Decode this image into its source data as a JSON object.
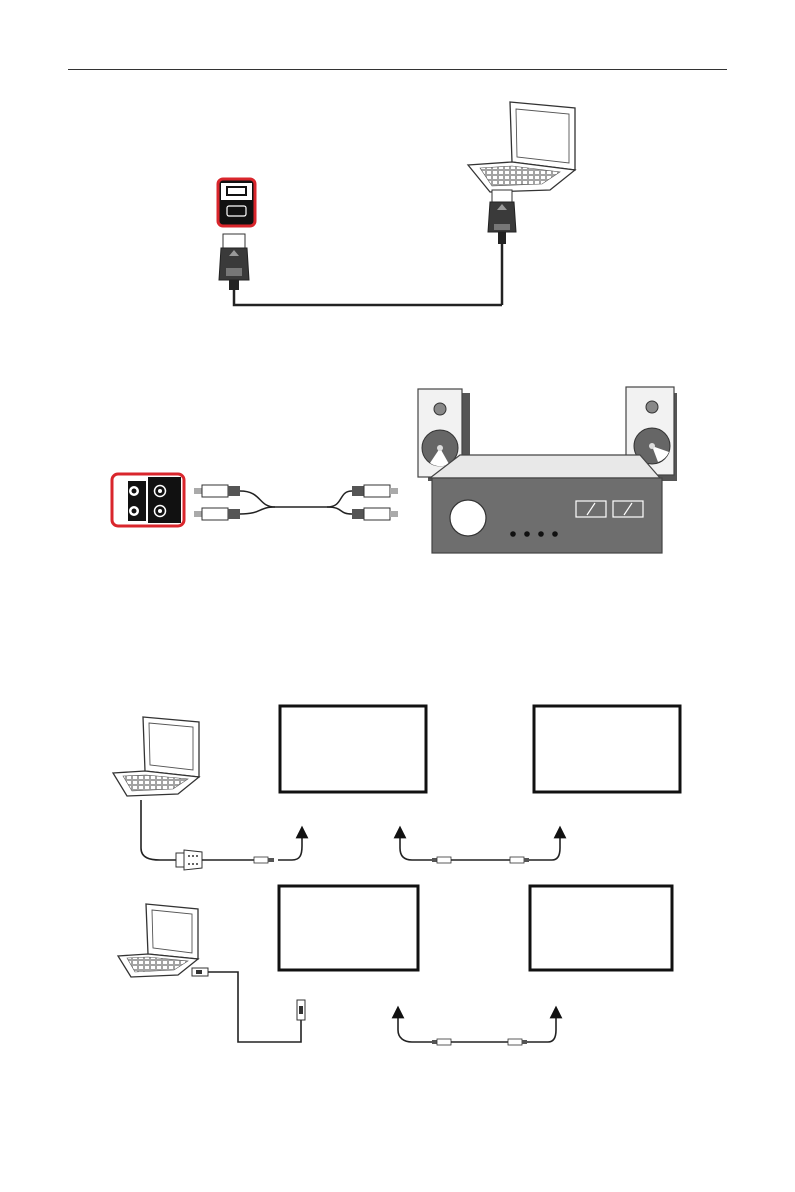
{
  "page": {
    "background": "#ffffff",
    "accent_red": "#d9262c",
    "line_color": "#222222",
    "footer_text": ""
  },
  "diagrams": [
    {
      "id": "displayport-connection",
      "icons": [
        "displayport-input-icon",
        "displayport-plug-icon",
        "laptop-icon"
      ]
    },
    {
      "id": "audio-out-connection",
      "icons": [
        "rca-audio-jack-icon",
        "rca-plug-icon",
        "amplifier-icon",
        "speaker-icon"
      ]
    },
    {
      "id": "daisy-chain-connection",
      "icons": [
        "laptop-icon",
        "vga-connector-icon",
        "audio-plug-icon",
        "monitor-icon",
        "usb-plug-icon"
      ]
    }
  ]
}
